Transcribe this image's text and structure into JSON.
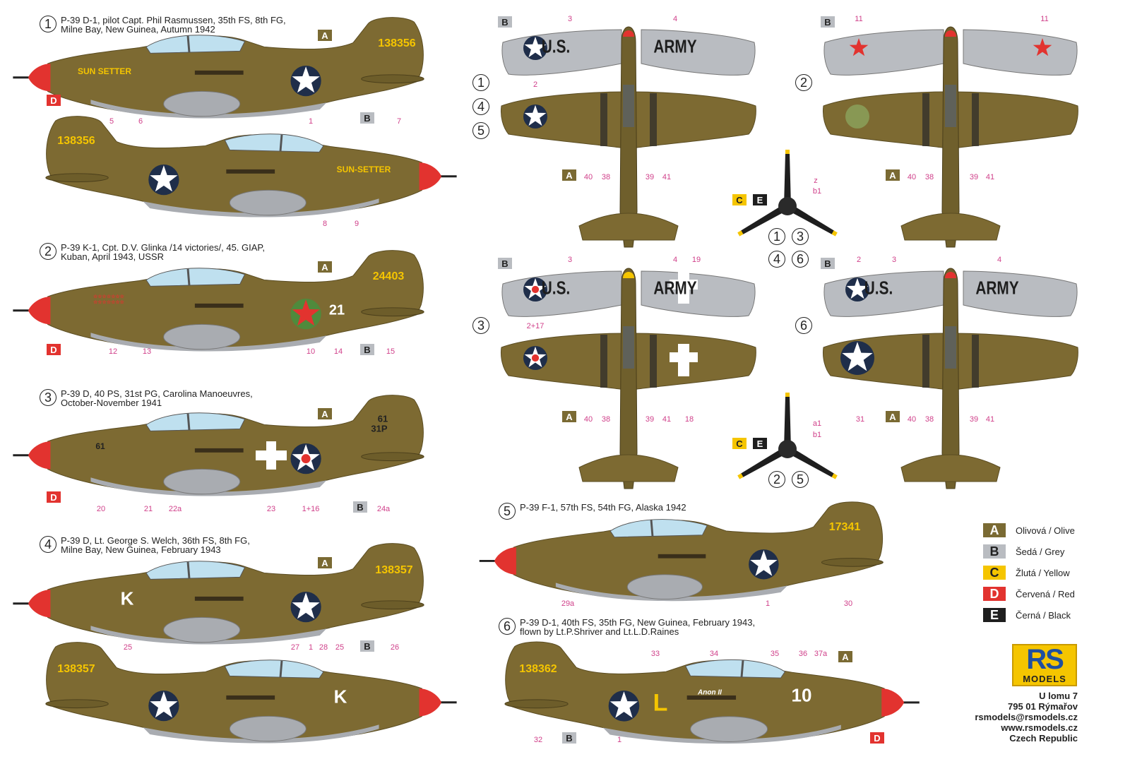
{
  "colors": {
    "olive": "#7d6a32",
    "grey": "#b9bcc1",
    "yellow": "#f5c500",
    "red": "#e2332f",
    "black": "#1e1e1e",
    "callout": "#d0408a",
    "roundel": "#1f2e4a"
  },
  "profiles": [
    {
      "id": "1",
      "lines": [
        "P-39 D-1, pilot Capt. Phil Rasmussen, 35th FS, 8th FG,",
        "Milne Bay, New Guinea, Autumn 1942"
      ],
      "callouts": [
        "5",
        "6",
        "1",
        "7",
        "8",
        "9"
      ],
      "markers": [
        "A",
        "D",
        "B"
      ],
      "paint": [
        "138356",
        "SUN SETTER",
        "138356",
        "SUN-SETTER"
      ]
    },
    {
      "id": "2",
      "lines": [
        "P-39 K-1, Cpt. D.V. Glinka /14 victories/, 45. GIAP,",
        "Kuban, April 1943, USSR"
      ],
      "callouts": [
        "12",
        "13",
        "10",
        "14",
        "15"
      ],
      "markers": [
        "A",
        "D",
        "B"
      ],
      "paint": [
        "24403",
        "21",
        "☆☆☆☆☆☆☆ ☆☆☆☆☆☆☆"
      ]
    },
    {
      "id": "3",
      "lines": [
        "P-39 D, 40 PS, 31st PG, Carolina Manoeuvres,",
        "October-November 1941"
      ],
      "callouts": [
        "20",
        "21",
        "22a",
        "23",
        "1+16",
        "24a"
      ],
      "markers": [
        "A",
        "D",
        "B"
      ],
      "paint": [
        "61",
        "31P",
        "61"
      ]
    },
    {
      "id": "4",
      "lines": [
        "P-39 D, Lt. George S. Welch, 36th FS, 8th FG,",
        "Milne Bay, New Guinea, February 1943"
      ],
      "callouts": [
        "25",
        "1",
        "26",
        "27",
        "1",
        "28",
        "25"
      ],
      "markers": [
        "A",
        "B"
      ],
      "paint": [
        "K",
        "138357",
        "138357",
        "K"
      ]
    },
    {
      "id": "5",
      "lines": [
        "P-39 F-1, 57th FS, 54th FG, Alaska 1942"
      ],
      "callouts": [
        "29a",
        "1",
        "30"
      ],
      "markers": [],
      "paint": [
        "17341"
      ]
    },
    {
      "id": "6",
      "lines": [
        "P-39 D-1, 40th FS, 35th FG, New Guinea, February 1943,",
        "flown by Lt.P.Shriver and Lt.L.D.Raines"
      ],
      "callouts": [
        "33",
        "34",
        "35",
        "36",
        "37a",
        "32",
        "1"
      ],
      "markers": [
        "A",
        "B",
        "D"
      ],
      "paint": [
        "138362",
        "L",
        "10",
        "Anon II"
      ]
    }
  ],
  "topviews": [
    {
      "nums": [
        "1",
        "4",
        "5"
      ],
      "wing_text": [
        "U.S.",
        "ARMY"
      ],
      "callouts": [
        "3",
        "4",
        "2",
        "40",
        "38",
        "39",
        "41"
      ],
      "markers": [
        "B",
        "A"
      ]
    },
    {
      "nums": [
        "2"
      ],
      "wing_text": [
        "",
        ""
      ],
      "callouts": [
        "11",
        "11",
        "40",
        "38",
        "39",
        "41"
      ],
      "markers": [
        "B",
        "A"
      ]
    },
    {
      "nums": [
        "3"
      ],
      "wing_text": [
        "U.S.",
        "ARMY"
      ],
      "callouts": [
        "3",
        "4",
        "19",
        "2+17",
        "40",
        "38",
        "39",
        "41",
        "18"
      ],
      "markers": [
        "B",
        "A"
      ]
    },
    {
      "nums": [
        "6"
      ],
      "wing_text": [
        "U.S.",
        "ARMY"
      ],
      "callouts": [
        "2",
        "3",
        "4",
        "31",
        "40",
        "38",
        "39",
        "41"
      ],
      "markers": [
        "B",
        "A"
      ]
    }
  ],
  "propellers": [
    {
      "callouts": [
        "z",
        "b1"
      ],
      "markers": [
        "C",
        "E"
      ],
      "nums": [
        "1",
        "3",
        "4",
        "6"
      ]
    },
    {
      "callouts": [
        "a1",
        "b1"
      ],
      "markers": [
        "C",
        "E"
      ],
      "nums": [
        "2",
        "5"
      ]
    }
  ],
  "legend": [
    {
      "key": "A",
      "label": "Olivová / Olive"
    },
    {
      "key": "B",
      "label": "Šedá / Grey"
    },
    {
      "key": "C",
      "label": "Žlutá / Yellow"
    },
    {
      "key": "D",
      "label": "Červená / Red"
    },
    {
      "key": "E",
      "label": "Černá / Black"
    }
  ],
  "logo": {
    "letters": "RS",
    "sub": "MODELS"
  },
  "address": [
    "U lomu 7",
    "795 01 Rýmařov",
    "rsmodels@rsmodels.cz",
    "www.rsmodels.cz",
    "Czech Republic"
  ]
}
